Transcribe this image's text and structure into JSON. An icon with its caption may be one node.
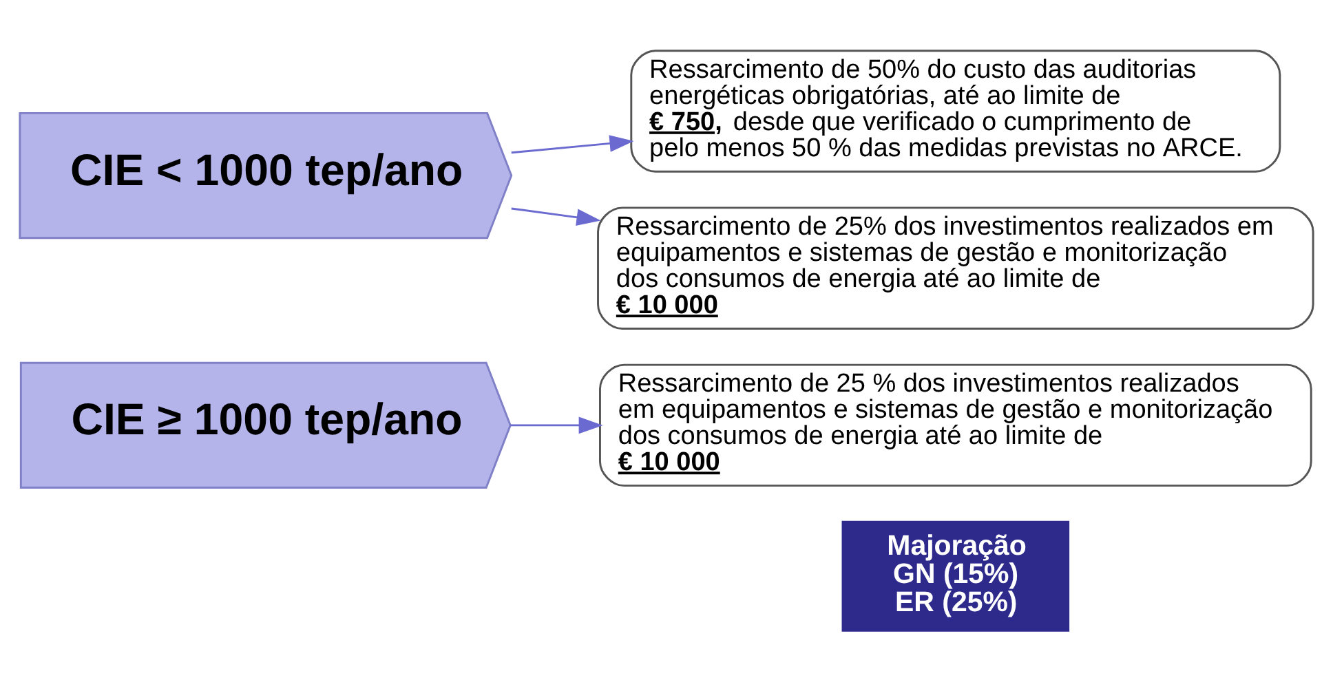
{
  "diagram": {
    "nodes": [
      {
        "text": [
          "CIE < 1000 tep/ano"
        ]
      },
      {
        "text": [
          "Ressarcimento de 50% do custo das auditorias energéticas obrigatórias, até ao limite de **€ 750,** desde que verificado o cumprimento de pelo menos 50 % das medidas previstas no ARCE."
        ]
      },
      {
        "text": [
          "Ressarcimento de 25% dos investimentos realizados em equipamentos e sistemas de gestão e monitorização dos consumos de energia até ao limite de **€ 10 000**"
        ]
      },
      {
        "text": [
          "CIE ≥ 1000 tep/ano"
        ]
      },
      {
        "text": [
          "Ressarcimento de 25 % dos investimentos realizados em equipamentos e sistemas de gestão e monitorização dos consumos de energia até ao limite de **€ 10 000**"
        ]
      },
      {
        "text": [
          "Majoração GN (15%) ER (25%)"
        ]
      }
    ],
    "edges": [
      {
        "from": 0,
        "to": 1,
        "arrow": "to"
      },
      {
        "from": 0,
        "to": 2,
        "arrow": "to"
      },
      {
        "from": 3,
        "to": 4,
        "arrow": "to"
      }
    ]
  }
}
